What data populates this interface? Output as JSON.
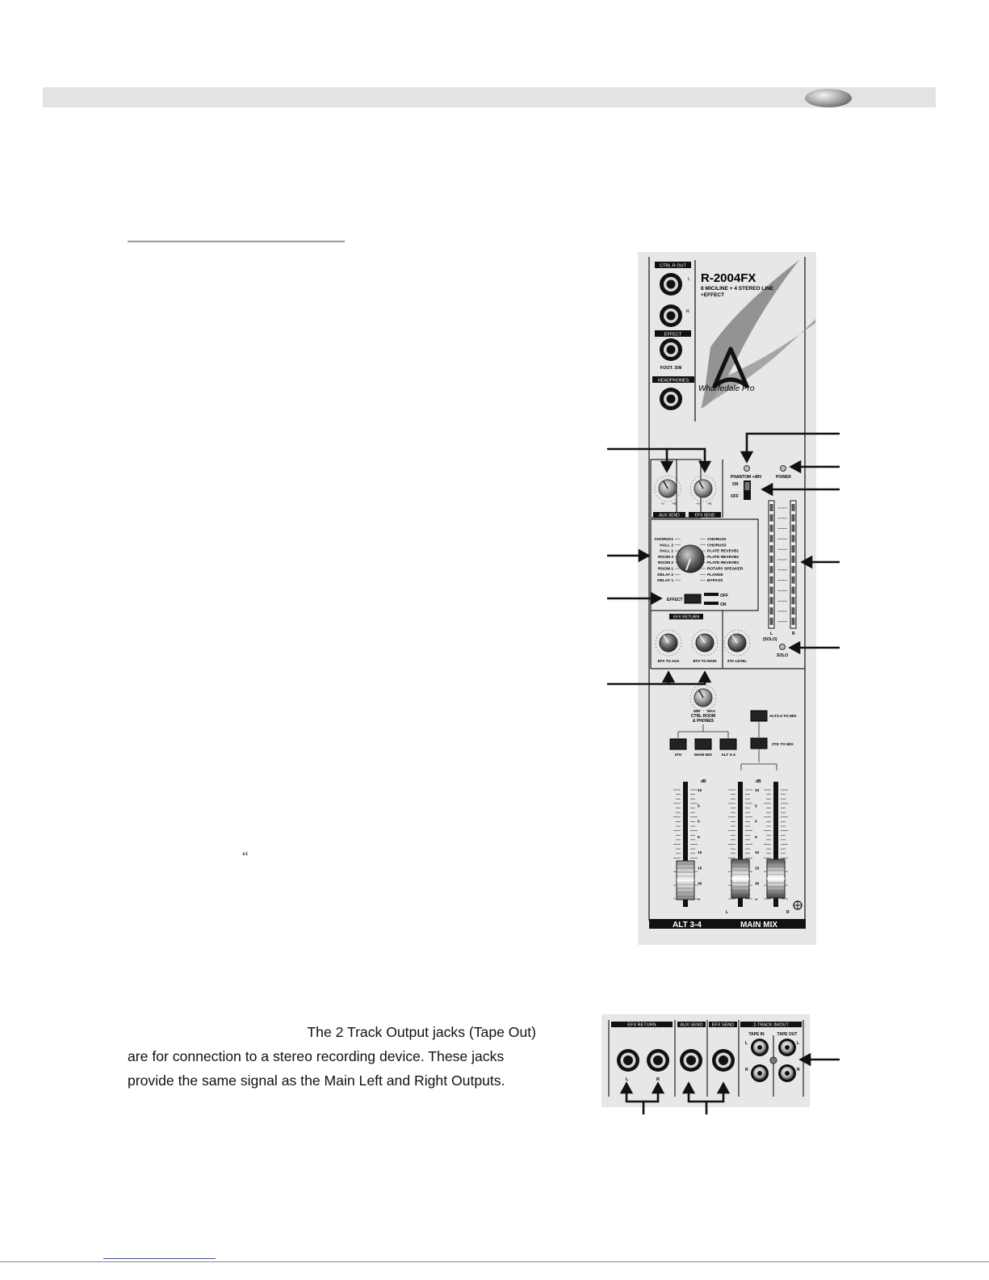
{
  "body_paragraph": {
    "line1": "The 2 Track Output jacks (Tape Out)",
    "line2": "are for connection to a stereo recording device. These jacks",
    "line3": "provide the same signal as the Main Left and Right Outputs."
  },
  "quote_mark": "“",
  "mixer_panel": {
    "model": "R-2004FX",
    "subtitle1": "8 MIC/LINE + 4 STEREO LINE",
    "subtitle2": "+EFFECT",
    "brand": "Wharfedale Pro",
    "jacks": {
      "ctrl_r_out": "CTRL R OUT",
      "left": "L",
      "right": "R",
      "effect": "EFFECT",
      "foot_sw": "FOOT. SW",
      "headphones": "HEADPHONES"
    },
    "phantom_label": "PHANTOM +48V",
    "power_label": "POWER",
    "switch_on": "ON",
    "switch_off": "OFF",
    "aux_send": "AUX SEND",
    "efx_send": "EFX SEND",
    "knob_min": "-∞",
    "knob_max": "+6",
    "effects_left": [
      "CHORUS1",
      "HALL 2",
      "HALL 1",
      "ROOM 3",
      "ROOM 2",
      "ROOM 1",
      "DELAY 2",
      "DELAY 1"
    ],
    "effects_right": [
      "CHORUS2",
      "CHORUS3",
      "PLATE REVEVB1",
      "PLATE REVEVB2",
      "PLATE REVEVB3",
      "ROTARY SPEAKER",
      "FLANGE",
      "BYPASS"
    ],
    "effect_switch": "EFFECT",
    "effect_off": "OFF",
    "effect_on": "ON",
    "efx_return": "EFX RETURN",
    "efx_to_aux": "EFX TO AUX",
    "efx_to_main": "EFX TO MAIN",
    "twotk_level": "2TK LEVEL",
    "meter_left": "L",
    "meter_right": "R",
    "meter_solo_tag": "(SOLO)",
    "solo_label": "SOLO",
    "ctrl_room_min": "MIN",
    "ctrl_room_max": "MAX",
    "ctrl_room": "CTRL ROOM",
    "phones": "& PHONES",
    "alt34_to_mix": "ALT3-4 TO MIX",
    "twotk_to_mix": "2TK TO MIX",
    "source_2tk": "2TK",
    "source_main_mix": "MAIN MIX",
    "source_alt34": "ALT 3-4",
    "db_label": "dB",
    "fader_scale": [
      "10",
      "5",
      "0",
      "5",
      "10",
      "15",
      "30",
      "∞"
    ],
    "fader_scale_main": [
      "10",
      "5",
      "0",
      "5",
      "10",
      "15",
      "30",
      "∞"
    ],
    "fader_l": "L",
    "fader_r": "R",
    "bottom_alt34": "ALT 3-4",
    "bottom_main_mix": "MAIN MIX"
  },
  "rear_panel": {
    "efx_return": "EFX RETURN",
    "aux_send": "AUX SEND",
    "efx_send": "EFX SEND",
    "two_track": "2-TRACK IN/OUT",
    "tape_in": "TAPE IN",
    "tape_out": "TAPE OUT",
    "left": "L",
    "right": "R"
  }
}
